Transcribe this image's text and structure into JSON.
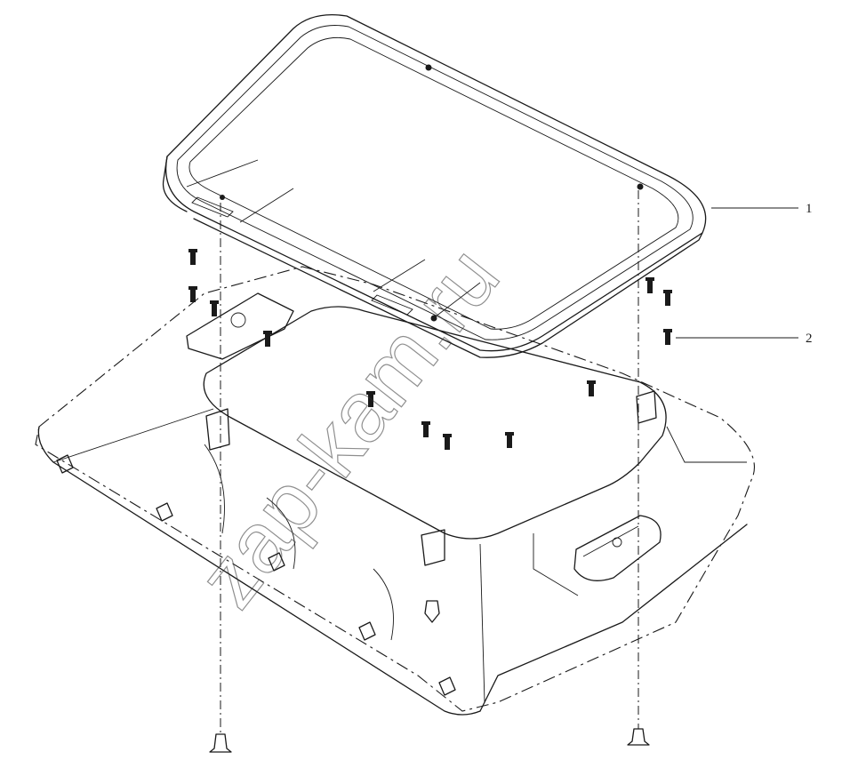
{
  "callouts": [
    {
      "id": "1",
      "label": "1"
    },
    {
      "id": "2",
      "label": "2"
    }
  ],
  "watermark": "zap-kam.ru",
  "colors": {
    "line": "#1a1a1a",
    "background": "#ffffff"
  }
}
